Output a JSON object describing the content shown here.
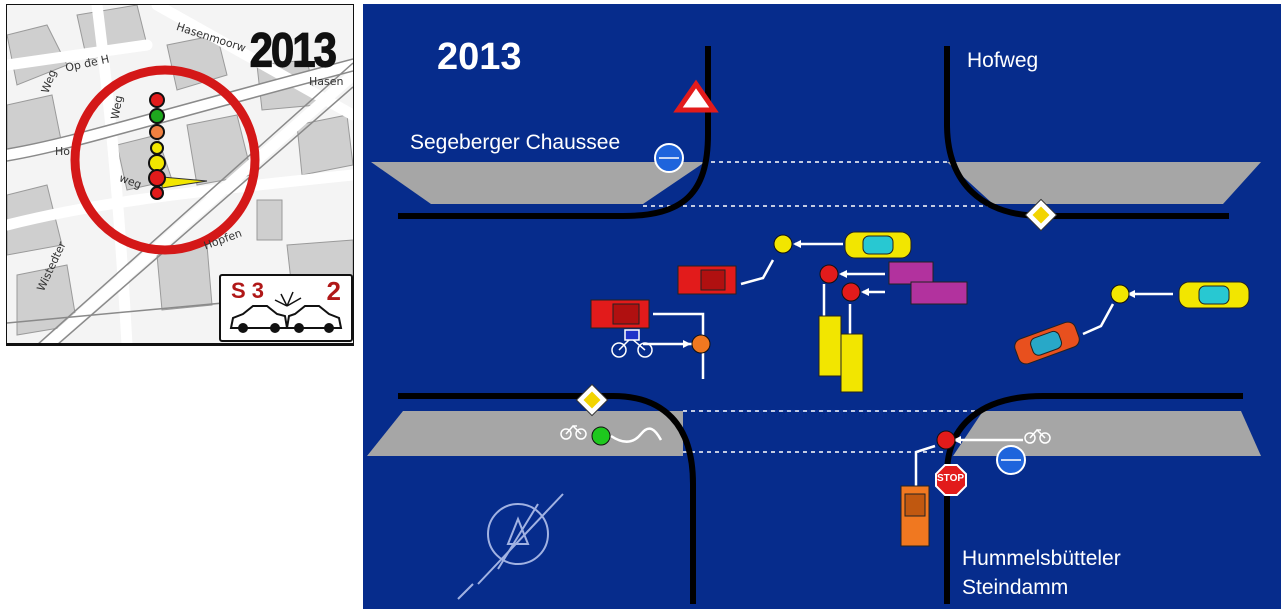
{
  "map_panel": {
    "year": "2013",
    "street_labels": {
      "hasenmoor_1": "Hasenmoorw",
      "hasenmoor_2": "Hasen",
      "op_de": "Op de H",
      "weg_1": "Weg",
      "weg_2": "Weg",
      "weg_3": "weg",
      "ho": "Ho",
      "wistedter": "Wistedter",
      "hopfen": "Hopfen"
    },
    "legend": {
      "code": "S 3",
      "count": "2"
    },
    "colors": {
      "circle": "#d41818",
      "needle": "#f2e600"
    },
    "accident_dots": [
      "red",
      "green",
      "orange",
      "yellow",
      "yellow",
      "red",
      "red"
    ]
  },
  "diagram": {
    "year": "2013",
    "roads": {
      "hofweg": "Hofweg",
      "segeberger": "Segeberger Chaussee",
      "hummels_1": "Hummelsbütteler",
      "hummels_2": "Steindamm"
    },
    "signs": {
      "stop": "STOP",
      "yield": "yield-sign",
      "priority": "priority-road-sign",
      "bike_path": "bike-path-sign"
    },
    "colors": {
      "background": "#062c8c",
      "lane": "#a6a6a6",
      "road_edge": "#000000",
      "red": "#e21b1b",
      "yellow": "#f2e600",
      "orange": "#f07820",
      "green": "#1ec81e",
      "magenta": "#b2329e",
      "cyan": "#28c8d2"
    },
    "icons": [
      "compass-icon",
      "bicycle-icon",
      "motorcycle-icon",
      "car-icon",
      "truck-icon"
    ]
  }
}
